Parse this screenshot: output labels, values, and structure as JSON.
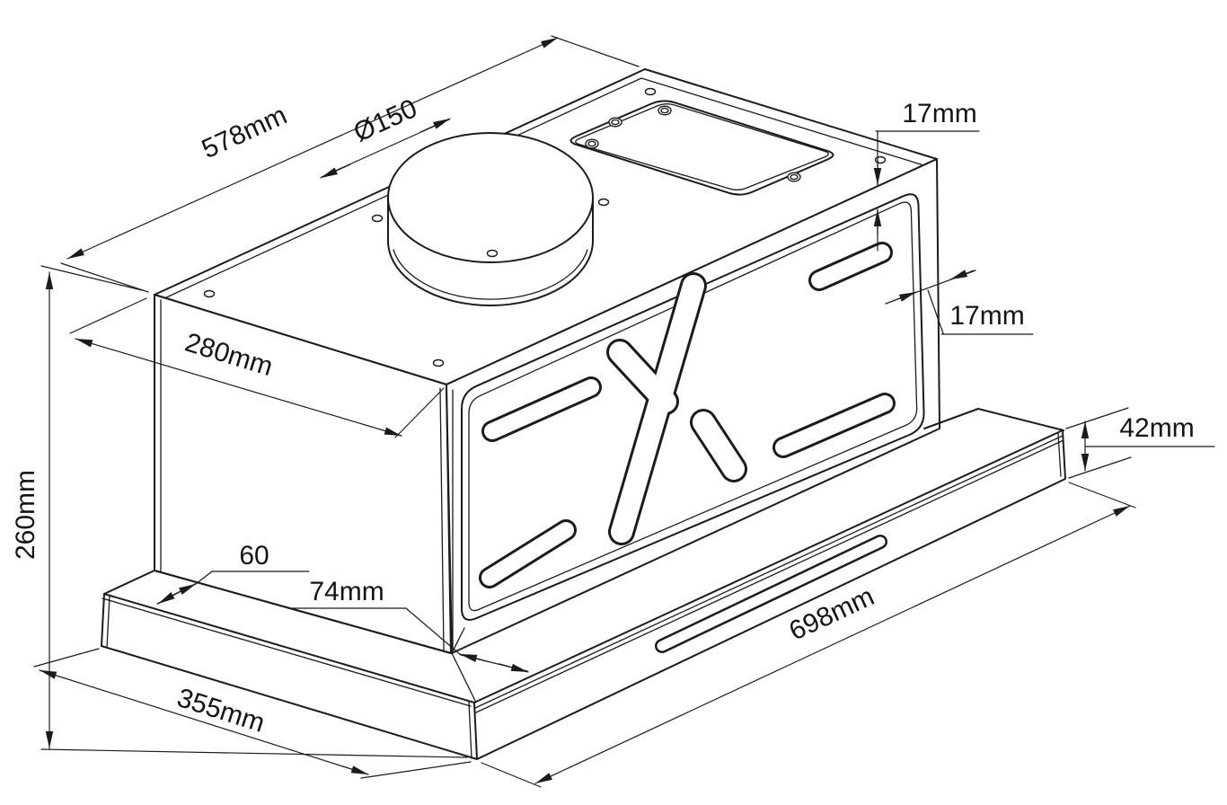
{
  "page": {
    "background": "#ffffff",
    "line_color": "#1b1b1b"
  },
  "drawing": {
    "title": "Built-in telescopic cooker hood — isometric dimensional drawing",
    "type": "technical line drawing",
    "dimensions": {
      "body_width": "578mm",
      "duct_diameter": "Ø150",
      "panel_top_inset": "17mm",
      "panel_side_inset": "17mm",
      "body_depth": "280mm",
      "overall_height": "260mm",
      "visor_height": "42mm",
      "side_overhang": "60",
      "front_overhang": "74mm",
      "base_depth": "355mm",
      "base_width": "698mm"
    }
  }
}
